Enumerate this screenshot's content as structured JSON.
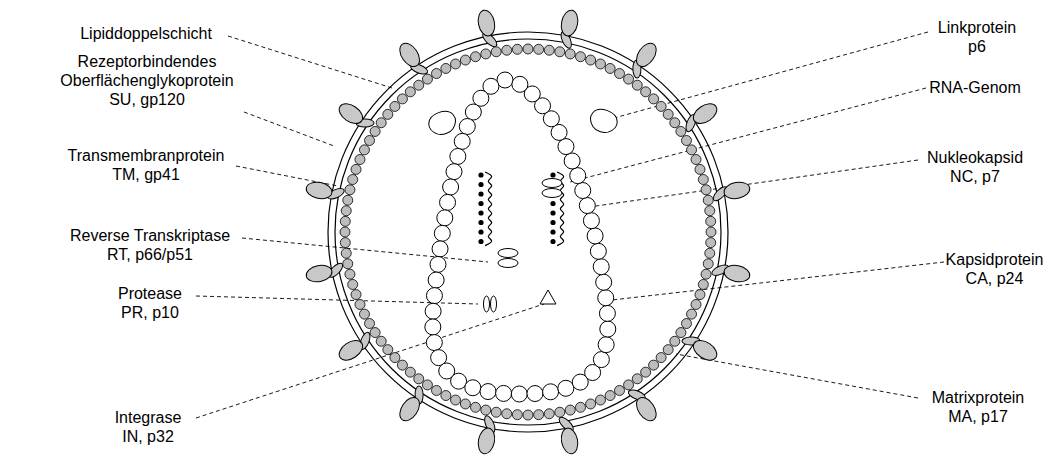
{
  "diagram": {
    "labels": [
      "Lipiddoppelschicht",
      "Rezeptorbindendes Oberflächenglykoprotein SU, gp120",
      "Transmembranprotein TM, gp41",
      "Reverse Transkriptase RT, p66/p51",
      "Protease PR, p10",
      "Integrase IN, p32",
      "Linkprotein p6",
      "RNA-Genom",
      "Nukleokapsid NC, p7",
      "Kapsidprotein CA, p24",
      "Matrixprotein MA, p17"
    ]
  }
}
